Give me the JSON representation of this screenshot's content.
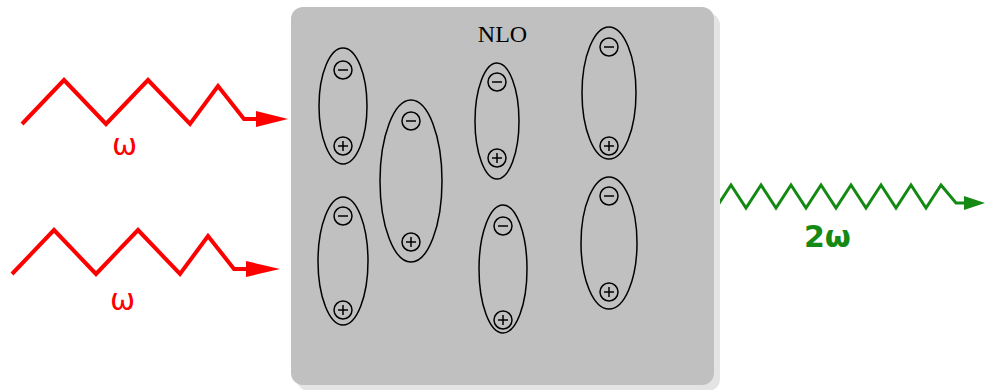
{
  "diagram": {
    "nodes": [
      {
        "text": [
          "NLO"
        ]
      }
    ],
    "labels": [
      "ω",
      "ω",
      "2ω"
    ]
  }
}
